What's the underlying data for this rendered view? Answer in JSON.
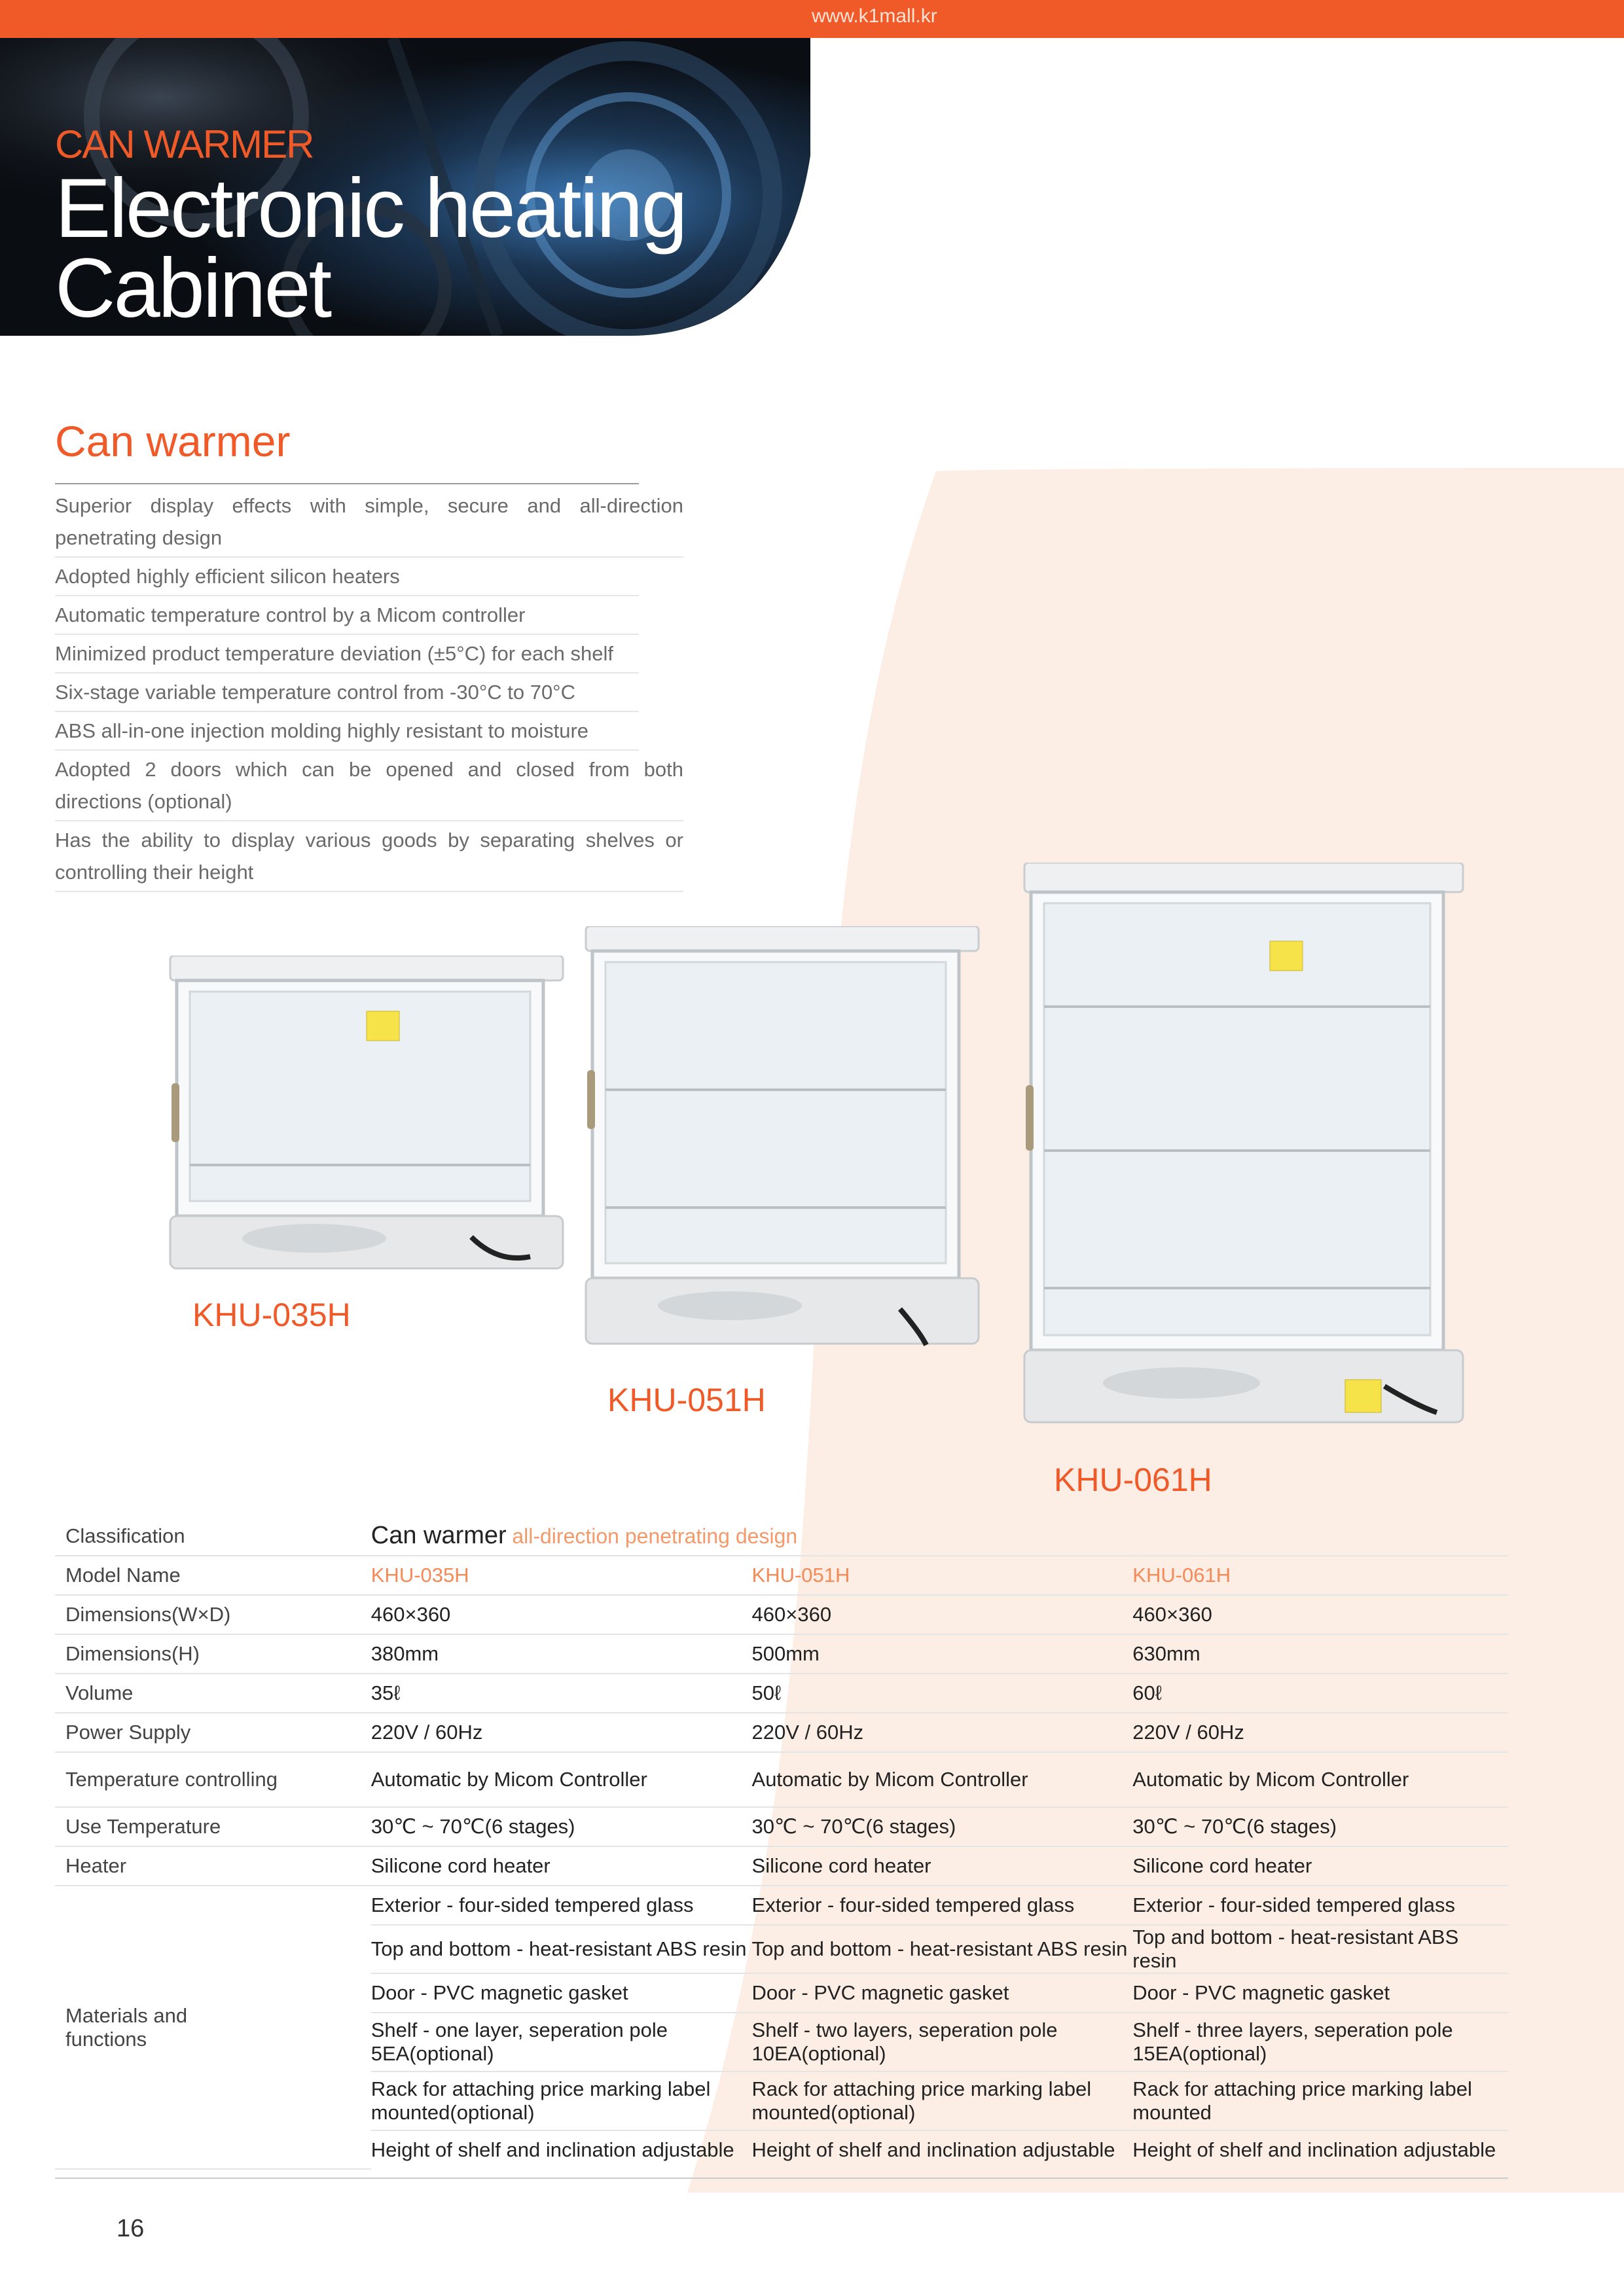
{
  "header": {
    "url": "www.k1mall.kr"
  },
  "banner": {
    "category": "CAN WARMER",
    "title": "Electronic heating Cabinet"
  },
  "section": {
    "title": "Can warmer",
    "features": [
      "Superior display effects with simple, secure and all-direction penetrating design",
      "Adopted highly efficient silicon heaters",
      "Automatic temperature control by a Micom controller",
      "Minimized product temperature deviation (±5°C) for each shelf",
      "Six-stage variable temperature control from -30°C to 70°C",
      "ABS all-in-one injection molding highly resistant to moisture",
      "Adopted 2 doors which can be opened and closed from both directions (optional)",
      "Has the ability to display various goods by separating shelves or controlling their height"
    ]
  },
  "products": [
    {
      "model": "KHU-035H"
    },
    {
      "model": "KHU-051H"
    },
    {
      "model": "KHU-061H"
    }
  ],
  "spec": {
    "classification_label": "Classification",
    "classification_main": "Can warmer",
    "classification_sub": "all-direction penetrating design",
    "rows": [
      {
        "label": "Model Name",
        "values": [
          "KHU-035H",
          "KHU-051H",
          "KHU-061H"
        ]
      },
      {
        "label": "Dimensions(W×D)",
        "values": [
          "460×360",
          "460×360",
          "460×360"
        ]
      },
      {
        "label": "Dimensions(H)",
        "values": [
          "380mm",
          "500mm",
          "630mm"
        ]
      },
      {
        "label": "Volume",
        "values": [
          "35ℓ",
          "50ℓ",
          "60ℓ"
        ]
      },
      {
        "label": "Power Supply",
        "values": [
          "220V / 60Hz",
          "220V / 60Hz",
          "220V / 60Hz"
        ]
      },
      {
        "label": "Temperature controlling",
        "values": [
          "Automatic by Micom Controller",
          "Automatic by Micom Controller",
          "Automatic by Micom Controller"
        ]
      },
      {
        "label": "Use Temperature",
        "values": [
          "30℃ ~ 70℃(6 stages)",
          "30℃ ~ 70℃(6 stages)",
          "30℃ ~ 70℃(6 stages)"
        ]
      },
      {
        "label": "Heater",
        "values": [
          "Silicone cord heater",
          "Silicone cord heater",
          "Silicone cord heater"
        ]
      }
    ],
    "materials_label": "Materials and functions",
    "materials": [
      [
        "Exterior - four-sided tempered glass",
        "Exterior - four-sided tempered glass",
        "Exterior - four-sided tempered glass"
      ],
      [
        "Top and bottom - heat-resistant ABS resin",
        "Top and bottom - heat-resistant ABS resin",
        "Top and bottom - heat-resistant ABS resin"
      ],
      [
        "Door - PVC magnetic gasket",
        "Door - PVC magnetic gasket",
        "Door - PVC magnetic gasket"
      ],
      [
        "Shelf - one layer, seperation pole 5EA(optional)",
        "Shelf - two layers, seperation pole 10EA(optional)",
        "Shelf - three layers, seperation pole 15EA(optional)"
      ],
      [
        "Rack for attaching price marking label mounted(optional)",
        "Rack for attaching price marking label mounted(optional)",
        "Rack for attaching price marking label mounted"
      ],
      [
        "Height of shelf and inclination adjustable",
        "Height of shelf and inclination adjustable",
        "Height of shelf and inclination adjustable"
      ]
    ]
  },
  "footer": {
    "page": "16"
  },
  "colors": {
    "accent": "#f05a28",
    "peach": "#fdeee5"
  }
}
